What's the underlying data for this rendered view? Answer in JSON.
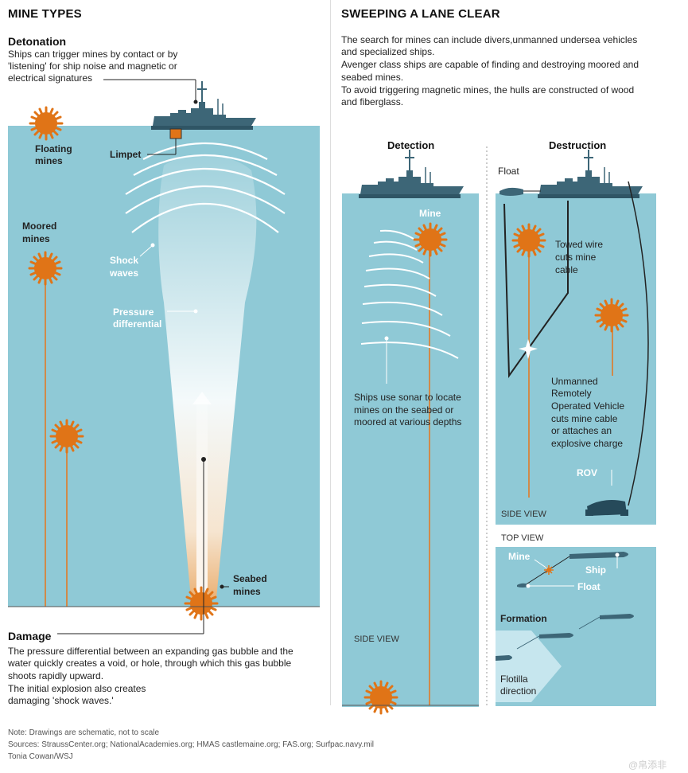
{
  "mine_types": {
    "title": "MINE TYPES",
    "detonation": {
      "heading": "Detonation",
      "text": "Ships can trigger mines by contact or by 'listening' for ship noise and magnetic or electrical signatures"
    },
    "labels": {
      "limpet": "Limpet",
      "floating_l1": "Floating",
      "floating_l2": "mines",
      "moored_l1": "Moored",
      "moored_l2": "mines",
      "shock_l1": "Shock",
      "shock_l2": "waves",
      "pressure_l1": "Pressure",
      "pressure_l2": "differential",
      "seabed_l1": "Seabed",
      "seabed_l2": "mines"
    },
    "damage": {
      "heading": "Damage",
      "line1": "The pressure differential between an expanding gas bubble and the",
      "line2": "water quickly creates a void, or hole, through which this gas bubble",
      "line3": "shoots rapidly upward.",
      "line4": "The initial explosion also creates",
      "line5": "damaging 'shock waves.'"
    }
  },
  "sweeping": {
    "title": "SWEEPING A LANE CLEAR",
    "intro_line1": "The search for mines can include divers,unmanned undersea vehicles",
    "intro_line2": "and specialized ships.",
    "intro_line3": "Avenger class ships are capable of finding and destroying moored and",
    "intro_line4": "seabed mines.",
    "intro_line5": "To avoid triggering magnetic mines, the hulls are constructed of wood",
    "intro_line6": "and fiberglass.",
    "detection": {
      "heading": "Detection",
      "mine_label": "Mine",
      "sonar_l1": "Ships use sonar to locate",
      "sonar_l2": "mines on the seabed or",
      "sonar_l3": "moored at various depths",
      "side_view": "SIDE VIEW"
    },
    "destruction": {
      "heading": "Destruction",
      "float_label": "Float",
      "towed_l1": "Towed wire",
      "towed_l2": "cuts mine",
      "towed_l3": "cable",
      "rov_l1": "Unmanned",
      "rov_l2": "Remotely",
      "rov_l3": "Operated Vehicle",
      "rov_l4": "cuts mine cable",
      "rov_l5": "or attaches an",
      "rov_l6": "explosive charge",
      "rov_label": "ROV",
      "side_view": "SIDE VIEW"
    },
    "top_view": {
      "heading": "TOP VIEW",
      "mine": "Mine",
      "ship": "Ship",
      "float": "Float",
      "formation": "Formation",
      "flotilla_l1": "Flotilla",
      "flotilla_l2": "direction"
    }
  },
  "footer": {
    "note": "Note: Drawings are schematic, not to scale",
    "sources": "Sources: StraussCenter.org; NationalAcademies.org; HMAS castlemaine.org; FAS.org; Surfpac.navy.mil",
    "credit": "Tonia Cowan/WSJ",
    "watermark": "@帛添非"
  },
  "colors": {
    "water": "#8fc9d6",
    "mine": "#e07417",
    "ship": "#3d6677",
    "cable": "#d08a4a",
    "line": "#222222"
  },
  "icons": [
    "mine-icon",
    "ship-icon",
    "rov-icon",
    "float-icon",
    "arrow-up-icon",
    "flash-icon"
  ]
}
